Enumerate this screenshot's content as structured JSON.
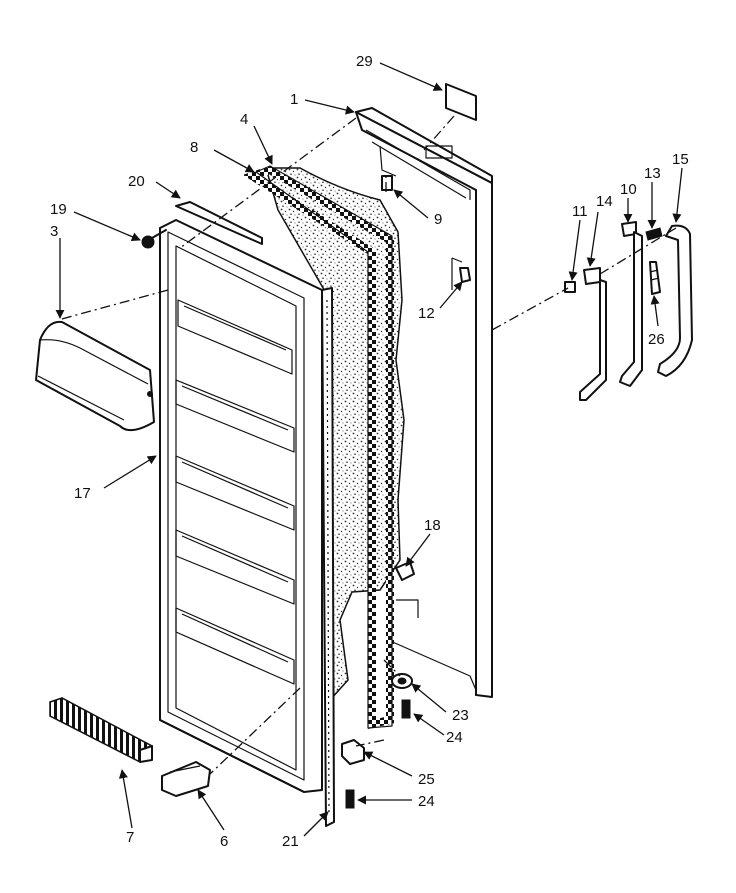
{
  "diagram": {
    "callouts": [
      "29",
      "1",
      "4",
      "8",
      "20",
      "19",
      "3",
      "9",
      "12",
      "11",
      "14",
      "10",
      "13",
      "15",
      "26",
      "17",
      "18",
      "23",
      "24",
      "25",
      "24",
      "21",
      "7",
      "6"
    ]
  }
}
